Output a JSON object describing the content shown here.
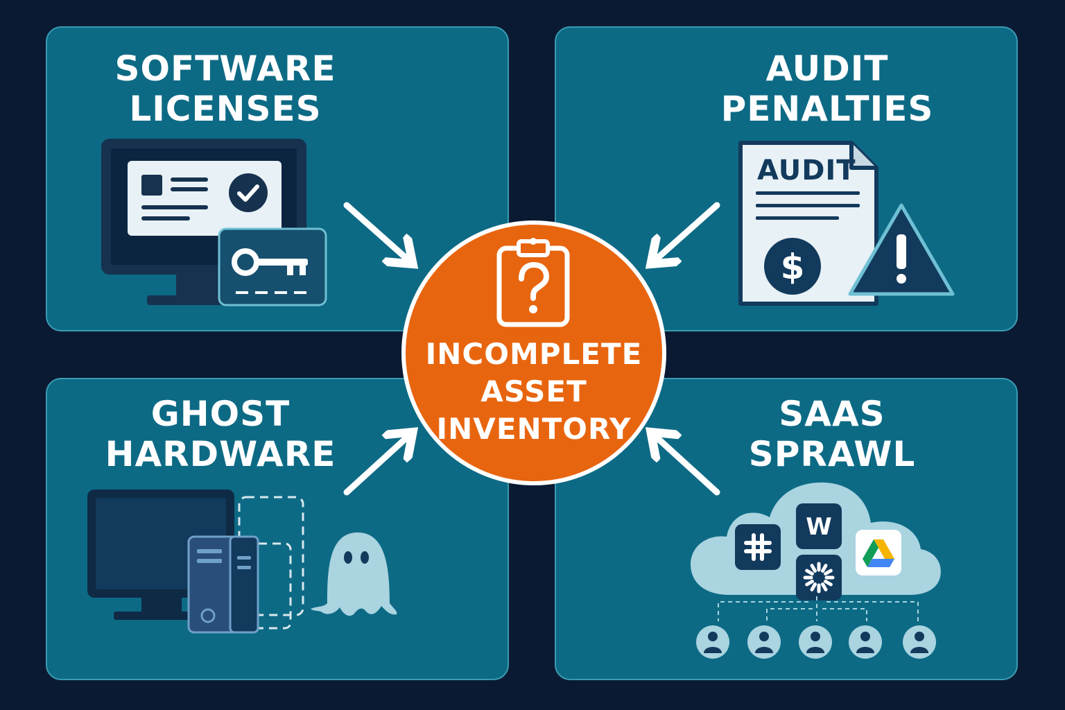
{
  "hub": {
    "lines": [
      "INCOMPLETE",
      "ASSET",
      "INVENTORY"
    ],
    "icon": "clipboard-question-icon"
  },
  "panels": {
    "software_licenses": {
      "title_lines": [
        "SOFTWARE",
        "LICENSES"
      ],
      "icons": [
        "monitor-icon",
        "checkmark-icon",
        "license-key-icon"
      ]
    },
    "audit_penalties": {
      "title_lines": [
        "AUDIT",
        "PENALTIES"
      ],
      "doc_label": "AUDIT",
      "icons": [
        "audit-document-icon",
        "dollar-icon",
        "warning-triangle-icon"
      ]
    },
    "ghost_hardware": {
      "title_lines": [
        "GHOST",
        "HARDWARE"
      ],
      "icons": [
        "monitor-icon",
        "server-tower-icon",
        "ghost-icon"
      ]
    },
    "saas_sprawl": {
      "title_lines": [
        "SAAS",
        "SPRAWL"
      ],
      "icons": [
        "cloud-icon",
        "slack-icon",
        "word-icon",
        "google-drive-icon",
        "spinner-app-icon",
        "user-icon"
      ]
    }
  },
  "colors": {
    "background": "#0b1a33",
    "panel": "#0d6a85",
    "panel_border": "#3a9cb2",
    "hub": "#e8650f",
    "text": "#ffffff",
    "dark_navy": "#123a5c"
  }
}
